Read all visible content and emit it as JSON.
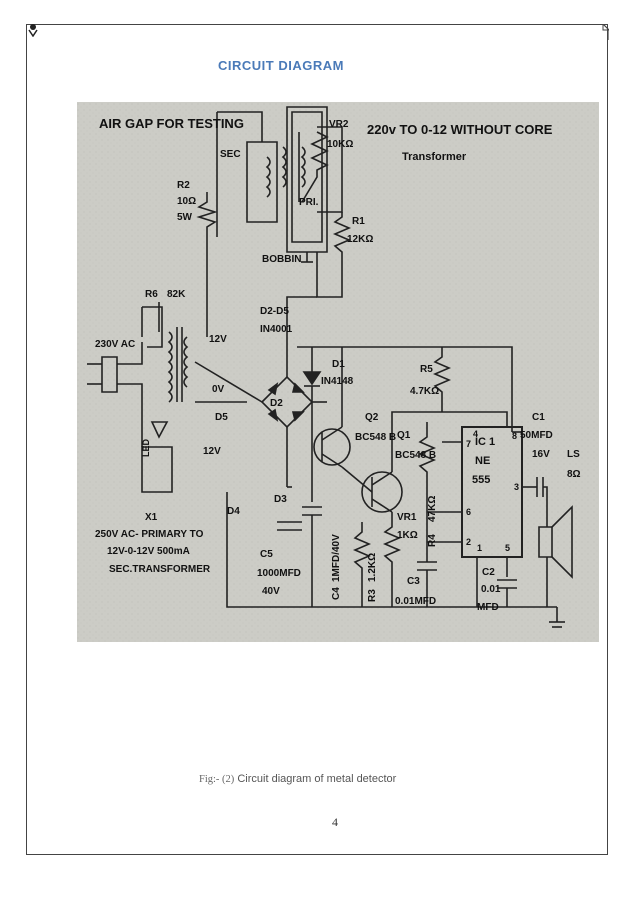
{
  "title": "CIRCUIT DIAGRAM",
  "diagram": {
    "header_left": "AIR GAP FOR TESTING",
    "header_right": "220v TO 0-12 WITHOUT CORE",
    "header_right2": "Transformer",
    "labels": {
      "sec": "SEC",
      "pri": "PRI.",
      "bobbin": "BOBBIN",
      "vr2": "VR2",
      "vr2_val": "10KΩ",
      "r1": "R1",
      "r1_val": "12KΩ",
      "r2": "R2",
      "r2_val": "10Ω",
      "r2_w": "5W",
      "r6": "R6",
      "r6_val": "82K",
      "ac_in": "230V AC",
      "v12": "12V",
      "v0": "0V",
      "v12b": "12V",
      "d2d5": "D2-D5",
      "in4001": "IN4001",
      "d1": "D1",
      "in4148": "IN4148",
      "r5": "R5",
      "r5_val": "4.7KΩ",
      "q2": "Q2",
      "q2_type": "BC548 B",
      "q1": "Q1",
      "q1_type": "BC548 B",
      "d5": "D5",
      "d2": "D2",
      "d3": "D3",
      "d4": "D4",
      "led": "LED",
      "x1": "X1",
      "xfmr1": "250V AC- PRIMARY TO",
      "xfmr2": "12V-0-12V 500mA",
      "xfmr3": "SEC.TRANSFORMER",
      "c5": "C5",
      "c5_val": "1000MFD",
      "c5_v": "40V",
      "c4": "C4",
      "c4_val": "1MFD/40V",
      "r3": "R3",
      "r3_val": "1.2KΩ",
      "vr1": "VR1",
      "vr1_val": "1KΩ",
      "r4": "R4",
      "r4_val": "47KΩ",
      "c3": "C3",
      "c3_val": "0.01MFD",
      "c2": "C2",
      "c2_val": "0.01",
      "c2_unit": "MFD",
      "c1": "C1",
      "c1_val": "50MFD",
      "c1_v": "16V",
      "ic1": "IC 1",
      "ne": "NE",
      "ne_num": "555",
      "ls": "LS",
      "ls_val": "8Ω",
      "pin4": "4",
      "pin8": "8",
      "pin7": "7",
      "pin3": "3",
      "pin6": "6",
      "pin2": "2",
      "pin1": "1",
      "pin5": "5"
    }
  },
  "caption": {
    "fig": "Fig:- (2)",
    "text": "Circuit diagram of metal detector"
  },
  "page_number": "4"
}
